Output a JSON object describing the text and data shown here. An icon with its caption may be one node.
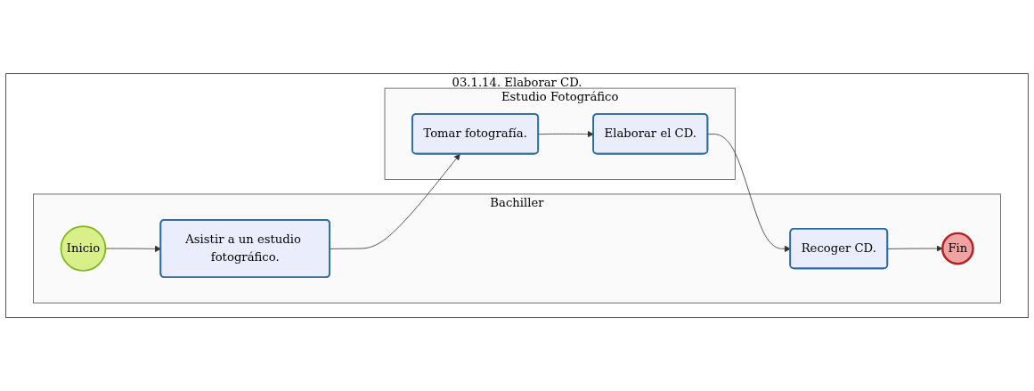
{
  "diagram": {
    "nodes": [
      {
        "text": [
          "03.1.14. Elaborar CD."
        ]
      },
      {
        "text": [
          "Bachiller"
        ],
        "in": 0
      },
      {
        "text": [
          "Estudio Fotográfico"
        ],
        "in": 0
      },
      {
        "text": [
          "Inicio"
        ],
        "in": 1
      },
      {
        "text": [
          "Asistir a un estudio fotográfico."
        ],
        "in": 1
      },
      {
        "text": [
          "Recoger CD."
        ],
        "in": 1
      },
      {
        "text": [
          "Fin"
        ],
        "in": 1
      },
      {
        "text": [
          "Tomar fotografía."
        ],
        "in": 2
      },
      {
        "text": [
          "Elaborar el CD."
        ],
        "in": 2
      }
    ],
    "edges": [
      {
        "from": 3,
        "to": 4,
        "arrow": "to"
      },
      {
        "from": 4,
        "to": 7,
        "arrow": "to"
      },
      {
        "from": 7,
        "to": 8,
        "arrow": "to"
      },
      {
        "from": 8,
        "to": 5,
        "arrow": "to"
      },
      {
        "from": 5,
        "to": 6,
        "arrow": "to"
      }
    ]
  }
}
